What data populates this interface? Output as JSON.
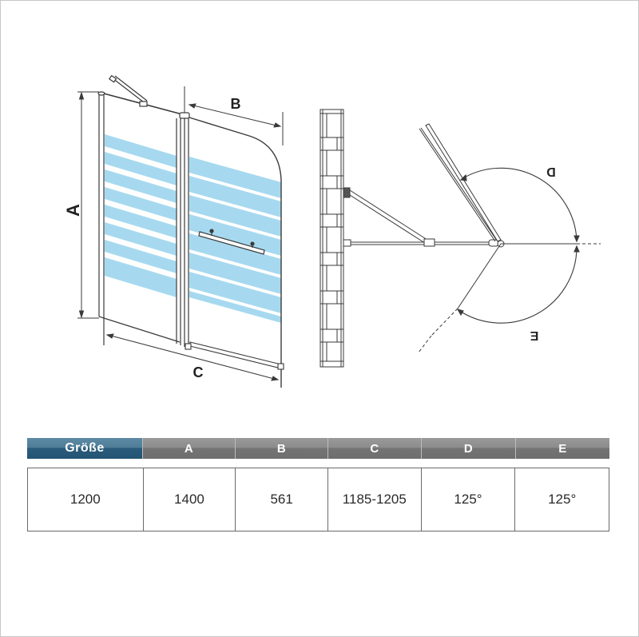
{
  "diagram": {
    "front_view": {
      "dimension_labels": {
        "height": "A",
        "swing_panel_width": "B",
        "overall_width": "C"
      },
      "glass_color": "#a6d9ef",
      "stripe_count_left": 8,
      "stripe_count_right": 8
    },
    "top_view": {
      "angle_labels": {
        "inward": "D",
        "outward": "E"
      }
    }
  },
  "spec_table": {
    "headers": [
      "Größe",
      "A",
      "B",
      "C",
      "D",
      "E"
    ],
    "values": [
      "1200",
      "1400",
      "561",
      "1185-1205",
      "125°",
      "125°"
    ],
    "header_colors": {
      "first": "#2f6383",
      "others": "#7f7f7f"
    }
  }
}
